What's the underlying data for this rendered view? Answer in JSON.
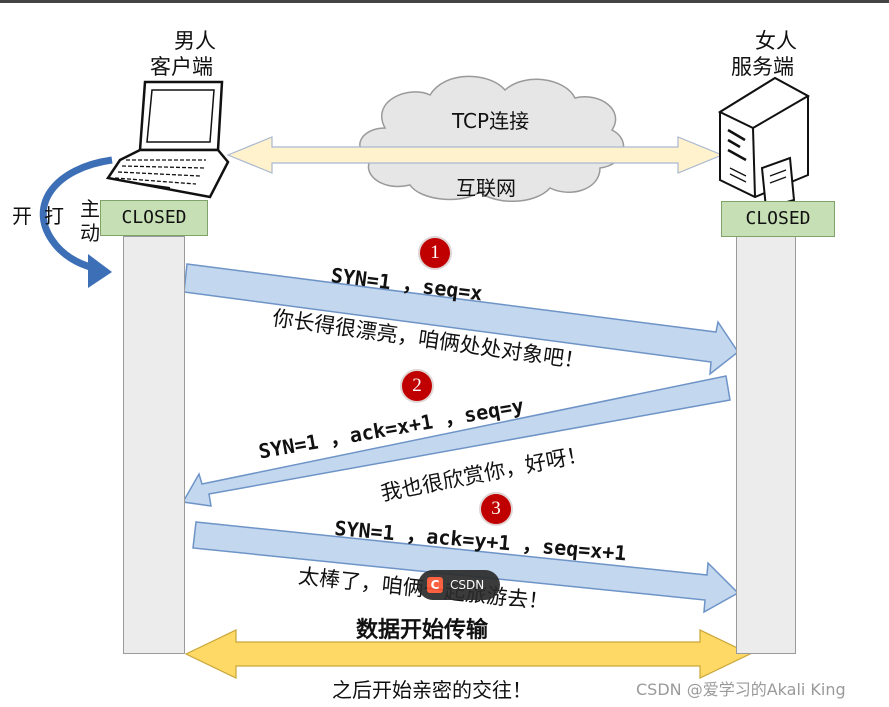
{
  "client": {
    "line1": "男人",
    "line2": "客户端",
    "state": "CLOSED"
  },
  "server": {
    "line1": "女人",
    "line2": "服务端",
    "state": "CLOSED"
  },
  "cloud": {
    "top_label": "TCP连接",
    "bottom_label": "互联网"
  },
  "active_open": {
    "chars": [
      "主",
      "动",
      "打",
      "开"
    ]
  },
  "handshake": [
    {
      "num": "1",
      "code": "SYN=1 ，seq=x",
      "caption": "你长得很漂亮，咱俩处处对象吧！"
    },
    {
      "num": "2",
      "code": "SYN=1 ，ack=x+1 ，seq=y",
      "caption": "我也很欣赏你，好呀！"
    },
    {
      "num": "3",
      "code": "SYN=1 ，ack=y+1 ，seq=x+1",
      "caption": "太棒了，咱俩一起旅游去！"
    }
  ],
  "transfer": {
    "title": "数据开始传输",
    "caption": "之后开始亲密的交往！"
  },
  "overlay": {
    "badge_text": "CSDN",
    "badge_logo": "C",
    "watermark": "CSDN @爱学习的Akali King"
  },
  "colors": {
    "arrow_fill": "#c3d7ee",
    "arrow_stroke": "#6e94c7",
    "state_fill": "#c6dfb4",
    "badge_red": "#c00000",
    "data_arrow": "#ffd966",
    "curved_arrow": "#3c6fb6"
  }
}
